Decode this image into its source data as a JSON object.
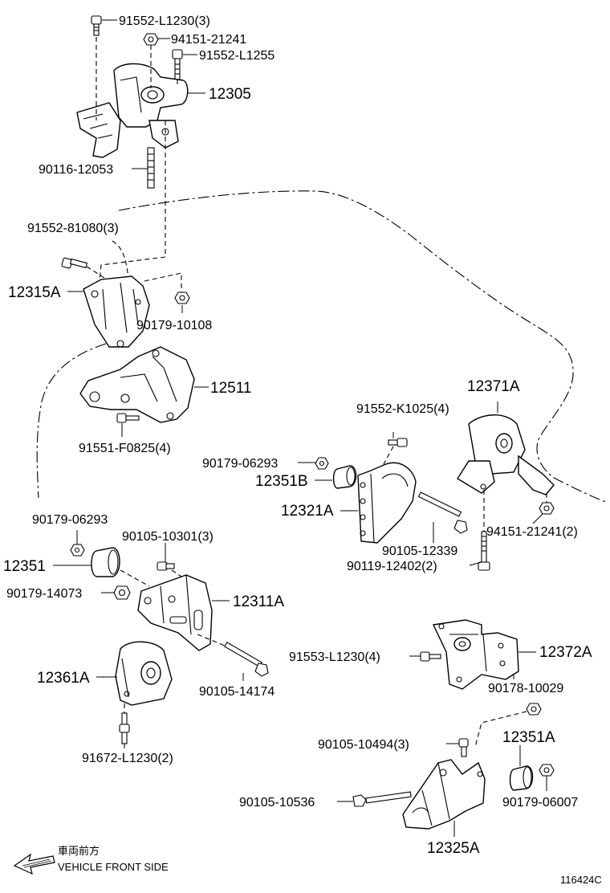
{
  "labels": {
    "p_91552_L1230_3": "91552-L1230(3)",
    "p_94151_21241": "94151-21241",
    "p_91552_L1255": "91552-L1255",
    "p_12305": "12305",
    "p_90116_12053": "90116-12053",
    "p_91552_81080_3": "91552-81080(3)",
    "p_12315A": "12315A",
    "p_90179_10108": "90179-10108",
    "p_12511": "12511",
    "p_91551_F0825_4": "91551-F0825(4)",
    "p_91552_K1025_4": "91552-K1025(4)",
    "p_12371A": "12371A",
    "p_90179_06293_a": "90179-06293",
    "p_12351B": "12351B",
    "p_12321A": "12321A",
    "p_94151_21241_2": "94151-21241(2)",
    "p_90105_12339": "90105-12339",
    "p_90119_12402_2": "90119-12402(2)",
    "p_90179_06293_b": "90179-06293",
    "p_90105_10301_3": "90105-10301(3)",
    "p_12351": "12351",
    "p_90179_14073": "90179-14073",
    "p_12311A": "12311A",
    "p_12361A": "12361A",
    "p_90105_14174": "90105-14174",
    "p_91672_L1230_2": "91672-L1230(2)",
    "p_91553_L1230_4": "91553-L1230(4)",
    "p_12372A": "12372A",
    "p_90178_10029": "90178-10029",
    "p_90105_10494_3": "90105-10494(3)",
    "p_12351A": "12351A",
    "p_90105_10536": "90105-10536",
    "p_90179_06007": "90179-06007",
    "p_12325A": "12325A"
  },
  "front_indicator": {
    "japanese": "車両前方",
    "english": "VEHICLE FRONT SIDE",
    "icon": "arrow-left-icon"
  },
  "figure_id": "116424C"
}
